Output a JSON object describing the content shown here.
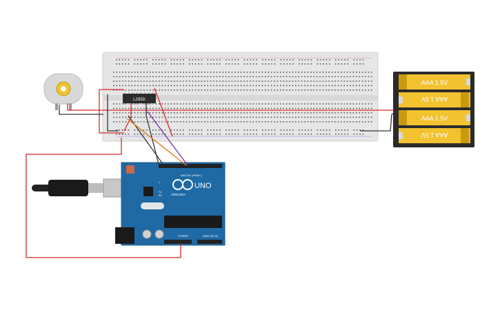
{
  "canvas": {
    "background": "#ffffff"
  },
  "breadboard": {
    "color": "#e6e6e6"
  },
  "chip": {
    "label": "L293D",
    "color": "#2b2b2b"
  },
  "motor": {
    "color": "#d9d9d9",
    "shaft": "#f2c230"
  },
  "battery_pack": {
    "cells": [
      {
        "label": "AAA 1.5V",
        "flipped": false
      },
      {
        "label": "AAA 1.5V",
        "flipped": true
      },
      {
        "label": "AAA 1.5V",
        "flipped": false
      },
      {
        "label": "AAA 1.5V",
        "flipped": true
      }
    ],
    "cell_color": "#f2c230",
    "case_color": "#2b2b2b"
  },
  "arduino": {
    "board_label": "UNO",
    "brand": "ARDUINO",
    "digital_header": "DIGITAL (PWM~)",
    "power_header": "POWER",
    "analog_header": "ANALOG IN",
    "tx": "TX",
    "rx": "RX",
    "l": "L",
    "color": "#1f6aa5"
  },
  "wires": {
    "red": "#d62828",
    "black": "#333333",
    "orange": "#e37b14",
    "purple": "#7b2fa8"
  }
}
